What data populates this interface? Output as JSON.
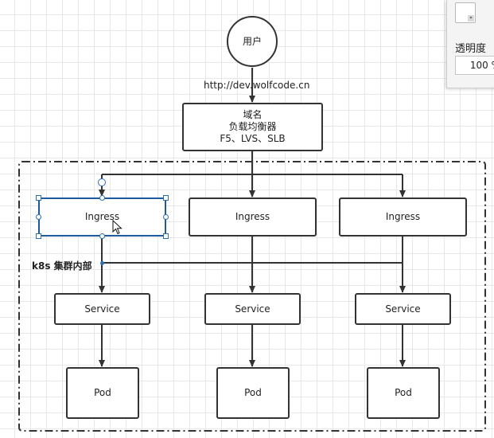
{
  "diagram": {
    "user": "用户",
    "url": "http://dev.wolfcode.cn",
    "load_balancer": {
      "line1": "域名",
      "line2": "负载均衡器",
      "line3": "F5、LVS、SLB"
    },
    "cluster_label": "k8s 集群内部",
    "columns": [
      {
        "ingress": "Ingress",
        "service": "Service",
        "pod": "Pod"
      },
      {
        "ingress": "Ingress",
        "service": "Service",
        "pod": "Pod"
      },
      {
        "ingress": "Ingress",
        "service": "Service",
        "pod": "Pod"
      }
    ]
  },
  "format_panel": {
    "opacity_label": "透明度",
    "opacity_value": "100 %"
  }
}
